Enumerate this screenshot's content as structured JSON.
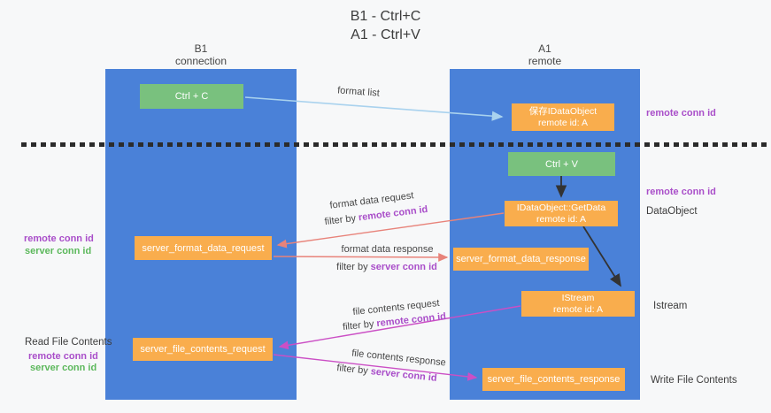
{
  "title": {
    "line1": "B1 - Ctrl+C",
    "line2": "A1 - Ctrl+V"
  },
  "columns": {
    "b1": {
      "name": "B1",
      "subtitle": "connection"
    },
    "a1": {
      "name": "A1",
      "subtitle": "remote"
    }
  },
  "boxes": {
    "ctrl_c": {
      "label": "Ctrl + C"
    },
    "save_idataobject": {
      "line1": "保存IDataObject",
      "line2": "remote id: A"
    },
    "ctrl_v": {
      "label": "Ctrl + V"
    },
    "getdata": {
      "line1": "IDataObject::GetData",
      "line2": "remote id: A"
    },
    "format_request": {
      "label": "server_format_data_request"
    },
    "format_response": {
      "label": "server_format_data_response"
    },
    "istream": {
      "line1": "IStream",
      "line2": "remote id: A"
    },
    "file_request": {
      "label": "server_file_contents_request"
    },
    "file_response": {
      "label": "server_file_contents_response"
    }
  },
  "flow_labels": {
    "format_list": "format list",
    "format_data_request": "format data request",
    "format_data_response": "format data response",
    "file_contents_request": "file contents request",
    "file_contents_response": "file contents response",
    "filter_by": "filter by ",
    "remote_conn_id": "remote conn id",
    "server_conn_id": "server conn id"
  },
  "side_labels": {
    "remote_conn_id": "remote conn id",
    "server_conn_id": "server conn id",
    "dataobject": "DataObject",
    "istream": "Istream",
    "read_file_contents": "Read File Contents",
    "write_file_contents": "Write File Contents"
  },
  "colors": {
    "column_blue": "#4a81d8",
    "box_green": "#79c17e",
    "box_orange": "#f9ad4d",
    "arrow_light_blue": "#a9d2ee",
    "arrow_salmon": "#e8837a",
    "arrow_magenta": "#cb4fc5",
    "arrow_black": "#333333",
    "text_purple": "#a94ec9",
    "text_green": "#5cb85c"
  }
}
